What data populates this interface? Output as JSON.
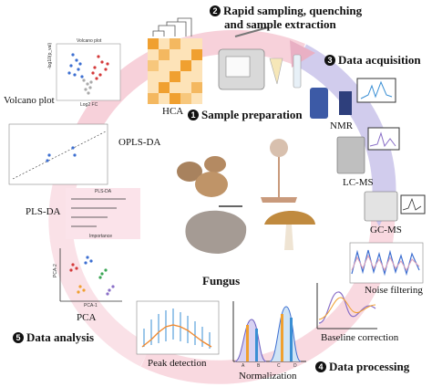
{
  "steps": [
    {
      "number": "1",
      "label": "Sample preparation"
    },
    {
      "number": "2",
      "label_line1": "Rapid sampling, quenching",
      "label_line2": "and sample extraction"
    },
    {
      "number": "3",
      "label": "Data acquisition"
    },
    {
      "number": "4",
      "label": "Data processing"
    },
    {
      "number": "5",
      "label": "Data analysis"
    }
  ],
  "center": {
    "label": "Fungus"
  },
  "analysis": {
    "volcano": "Volcano plot",
    "volcano_title": "Volcano plot",
    "volcano_x": "Log2 FC",
    "volcano_y": "-log10(p_val)",
    "hca": "HCA",
    "oplsda": "OPLS-DA",
    "plsda": "PLS-DA",
    "plsda_title": "PLS-DA",
    "plsda_x": "Importance",
    "pca": "PCA",
    "pca_x": "PCA-1",
    "pca_y": "PCA-2"
  },
  "acquisition": {
    "nmr": "NMR",
    "lcms": "LC-MS",
    "gcms": "GC-MS"
  },
  "processing": {
    "noise": "Noise filtering",
    "baseline": "Baseline correction",
    "normalization": "Normalization",
    "peak": "Peak detection",
    "norm_ticks": [
      "A",
      "B",
      "C",
      "D"
    ]
  },
  "colors": {
    "ring_pink": "#f6c9d3",
    "ring_purple": "#c9c3ea",
    "heatmap_orange": "#f0a030",
    "volcano_red": "#d43a3a",
    "volcano_blue": "#3d6fd1",
    "peak_blue": "#3a8fd4",
    "peak_orange": "#f08a30"
  }
}
